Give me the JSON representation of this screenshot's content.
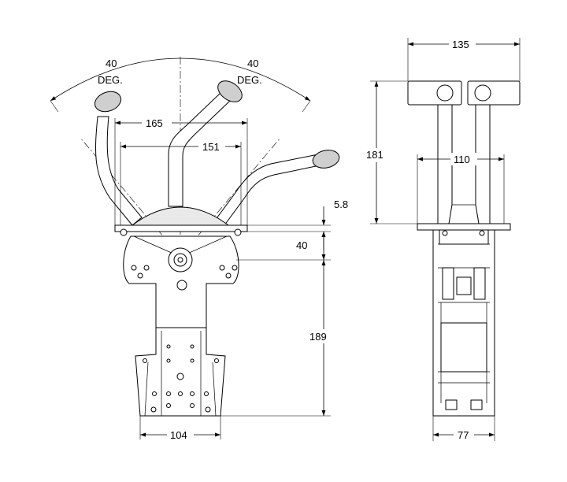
{
  "dimensions": {
    "angle_left_value": "40",
    "angle_left_unit": "DEG.",
    "angle_right_value": "40",
    "angle_right_unit": "DEG.",
    "width_165": "165",
    "width_151": "151",
    "plate_thickness": "5.8",
    "housing_height": "40",
    "lower_height": "189",
    "base_width": "104",
    "top_width": "135",
    "lever_height": "181",
    "lever_spacing": "110",
    "side_base_width": "77"
  }
}
